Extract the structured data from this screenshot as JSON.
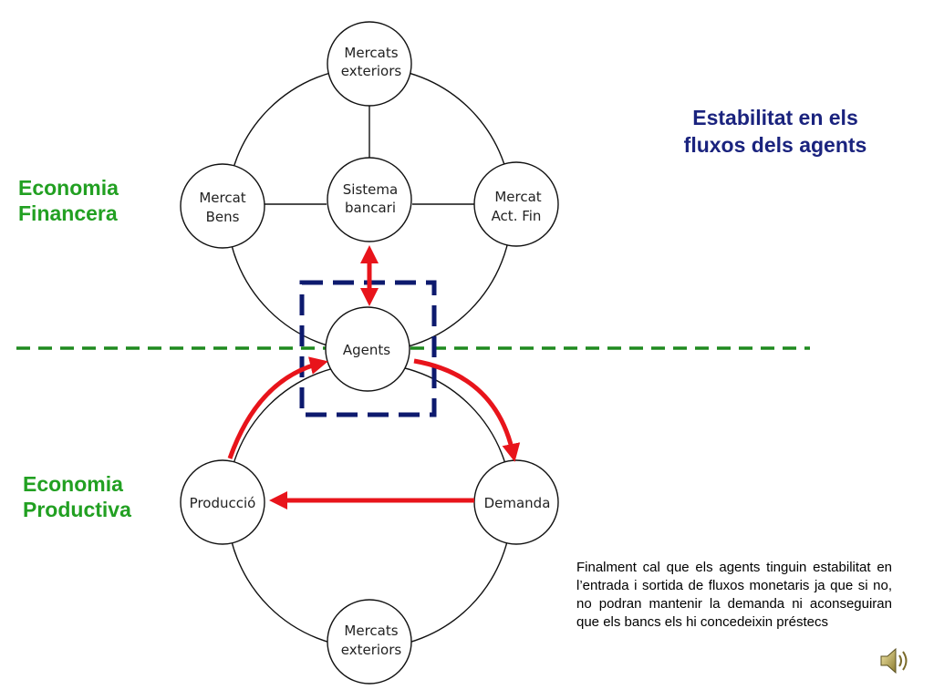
{
  "labels": {
    "economia_financera": [
      "Economia",
      "Financera"
    ],
    "economia_productiva": [
      "Economia",
      "Productiva"
    ],
    "title": [
      "Estabilitat en els",
      "fluxos dels agents"
    ]
  },
  "nodes": {
    "mercats_exteriors_top": [
      "Mercats",
      "exteriors"
    ],
    "mercat_bens": [
      "Mercat",
      "Bens"
    ],
    "sistema_bancari": [
      "Sistema",
      "bancari"
    ],
    "mercat_act_fin": [
      "Mercat",
      "Act. Fin"
    ],
    "agents": [
      "Agents"
    ],
    "produccio": [
      "Producció"
    ],
    "demanda": [
      "Demanda"
    ],
    "mercats_exteriors_bottom": [
      "Mercats",
      "exteriors"
    ]
  },
  "note": "Finalment cal que els agents tinguin estabilitat en l’entrada i sortida de fluxos monetaris ja que si no, no podran mantenir la demanda ni aconseguiran que els bancs els hi concedeixin préstecs",
  "colors": {
    "financial_label": "#22a022",
    "title": "#1a237e",
    "arrows": "#e8141b",
    "agents_box": "#0d1a6e",
    "divider": "#1f8a1f"
  },
  "icons": {
    "speaker": "speaker-icon"
  }
}
